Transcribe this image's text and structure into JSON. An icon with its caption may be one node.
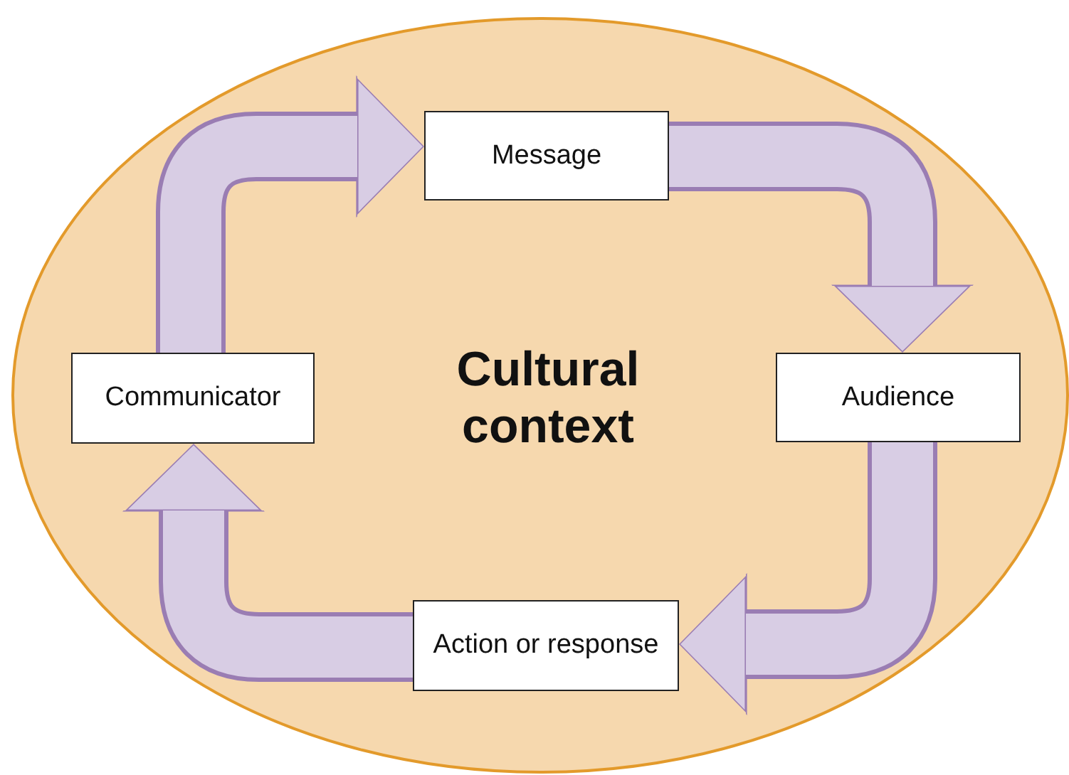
{
  "diagram": {
    "nodes": [
      {
        "text": [
          "Cultural context"
        ]
      },
      {
        "text": [
          "Message"
        ],
        "in": 0
      },
      {
        "text": [
          "Audience"
        ],
        "in": 0
      },
      {
        "text": [
          "Action or response"
        ],
        "in": 0
      },
      {
        "text": [
          "Communicator"
        ],
        "in": 0
      }
    ],
    "edges": [
      {
        "from": 4,
        "to": 1,
        "arrow": "to"
      },
      {
        "from": 1,
        "to": 2,
        "arrow": "to"
      },
      {
        "from": 2,
        "to": 3,
        "arrow": "to"
      },
      {
        "from": 3,
        "to": 4,
        "arrow": "to"
      }
    ]
  }
}
